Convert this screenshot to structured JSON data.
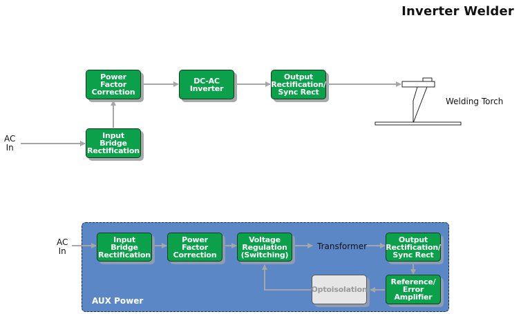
{
  "title": "Inverter Welder",
  "main_chain": {
    "ac_in": "AC\nIn",
    "blocks": {
      "input_bridge": "Input\nBridge\nRectification",
      "pfc": "Power\nFactor\nCorrection",
      "dcac": "DC-AC\nInverter",
      "output_rect": "Output\nRectification/\nSync Rect"
    },
    "torch_label": "Welding Torch"
  },
  "aux_power": {
    "label": "AUX Power",
    "ac_in": "AC\nIn",
    "blocks": {
      "input_bridge": "Input\nBridge\nRectification",
      "pfc": "Power\nFactor\nCorrection",
      "voltage_reg": "Voltage\nRegulation\n(Switching)",
      "output_rect": "Output\nRectification/\nSync Rect",
      "reference": "Reference/\nError\nAmplifier",
      "opto": "Optoisolation"
    },
    "transformer_label": "Transformer"
  },
  "colors": {
    "block_green": "#0aa14a",
    "aux_blue": "#5b87c6",
    "arrow_gray": "#a6a6a6",
    "opto_gray": "#e6e6e6"
  }
}
